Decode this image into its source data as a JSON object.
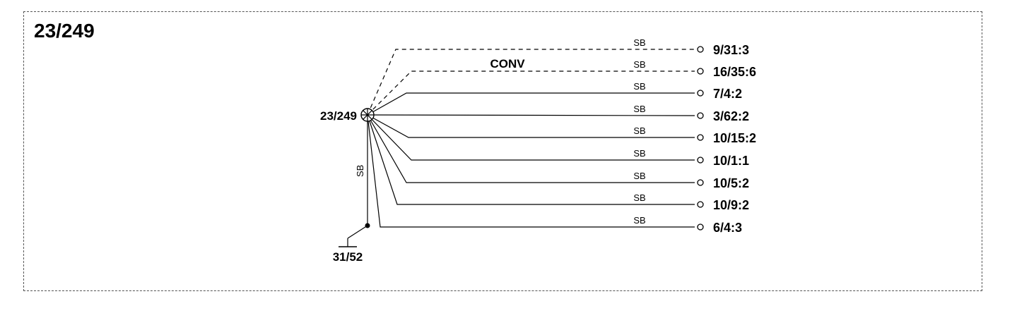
{
  "title": "23/249",
  "connector": {
    "label": "23/249"
  },
  "ground": {
    "label": "31/52",
    "wire_label": "SB"
  },
  "wires": [
    {
      "id": "w1",
      "color_code": "SB",
      "terminal": "9/31:3",
      "dashed": true,
      "note": ""
    },
    {
      "id": "w2",
      "color_code": "SB",
      "terminal": "16/35:6",
      "dashed": true,
      "note": "CONV"
    },
    {
      "id": "w3",
      "color_code": "SB",
      "terminal": "7/4:2",
      "dashed": false,
      "note": ""
    },
    {
      "id": "w4",
      "color_code": "SB",
      "terminal": "3/62:2",
      "dashed": false,
      "note": ""
    },
    {
      "id": "w5",
      "color_code": "SB",
      "terminal": "10/15:2",
      "dashed": false,
      "note": ""
    },
    {
      "id": "w6",
      "color_code": "SB",
      "terminal": "10/1:1",
      "dashed": false,
      "note": ""
    },
    {
      "id": "w7",
      "color_code": "SB",
      "terminal": "10/5:2",
      "dashed": false,
      "note": ""
    },
    {
      "id": "w8",
      "color_code": "SB",
      "terminal": "10/9:2",
      "dashed": false,
      "note": ""
    },
    {
      "id": "w9",
      "color_code": "SB",
      "terminal": "6/4:3",
      "dashed": false,
      "note": ""
    }
  ]
}
